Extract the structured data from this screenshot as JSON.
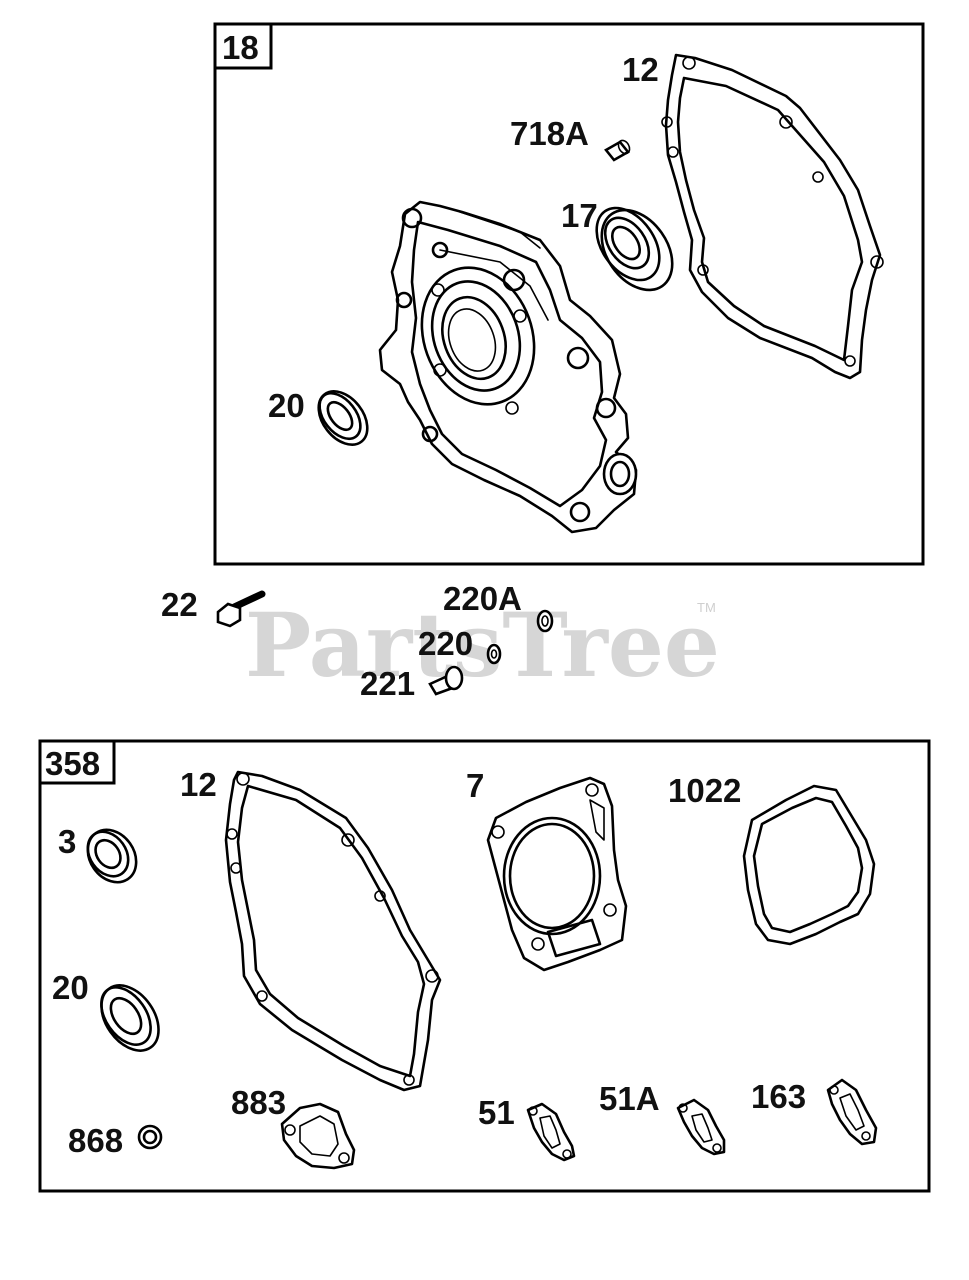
{
  "watermark": {
    "text": "PartsTree",
    "trademark": "TM"
  },
  "kits": {
    "upper": {
      "number": "18",
      "callouts": {
        "cover_gasket": "12",
        "dowel_pin": "718A",
        "bearing": "17",
        "oil_seal": "20"
      }
    },
    "lower": {
      "number": "358",
      "callouts": {
        "oil_seal_small": "3",
        "oil_seal": "20",
        "plug": "868",
        "crankcase_gasket": "12",
        "head_gasket": "7",
        "valve_cover_gasket": "1022",
        "intake_gasket": "883",
        "exhaust_gasket": "51",
        "exhaust_gasket_alt": "51A",
        "carb_gasket": "163"
      }
    }
  },
  "loose_parts": {
    "screw": "22",
    "washer_a": "220A",
    "washer": "220",
    "pin": "221"
  }
}
